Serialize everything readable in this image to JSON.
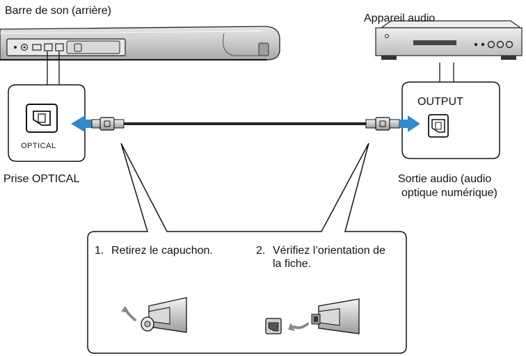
{
  "labels": {
    "soundbar": "Barre de son (arrière)",
    "device": "Appareil audio",
    "optical_jack": "Prise OPTICAL",
    "audio_output_line1": "Sortie audio (audio",
    "audio_output_line2": "optique numérique)",
    "optical_port_text": "OPTICAL",
    "output_port_text": "OUTPUT"
  },
  "steps": [
    {
      "number": "1.",
      "text_line1": "Retirez le capuchon.",
      "text_line2": ""
    },
    {
      "number": "2.",
      "text_line1": "Vérifiez l’orientation de",
      "text_line2": "la fiche."
    }
  ],
  "colors": {
    "arrow": "#2e8ad1",
    "line": "#111111",
    "soundbar_body": "#cfcfcf",
    "device_body": "#d6d6d6"
  }
}
